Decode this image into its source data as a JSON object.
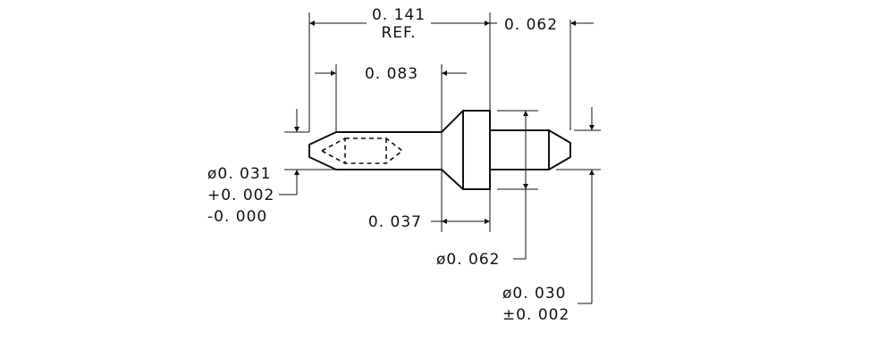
{
  "dimensions": {
    "overall_length": "0. 141",
    "overall_ref": "REF.",
    "pin_end_length": "0. 062",
    "shank_length": "0. 083",
    "collar_length": "0. 037",
    "left_dia": "ø0. 031",
    "left_dia_tol_plus": "+0. 002",
    "left_dia_tol_minus": "-0. 000",
    "collar_dia": "ø0. 062",
    "right_dia": "ø0. 030",
    "right_dia_tol": "±0. 002"
  },
  "colors": {
    "line": "#111111",
    "background": "#ffffff"
  }
}
